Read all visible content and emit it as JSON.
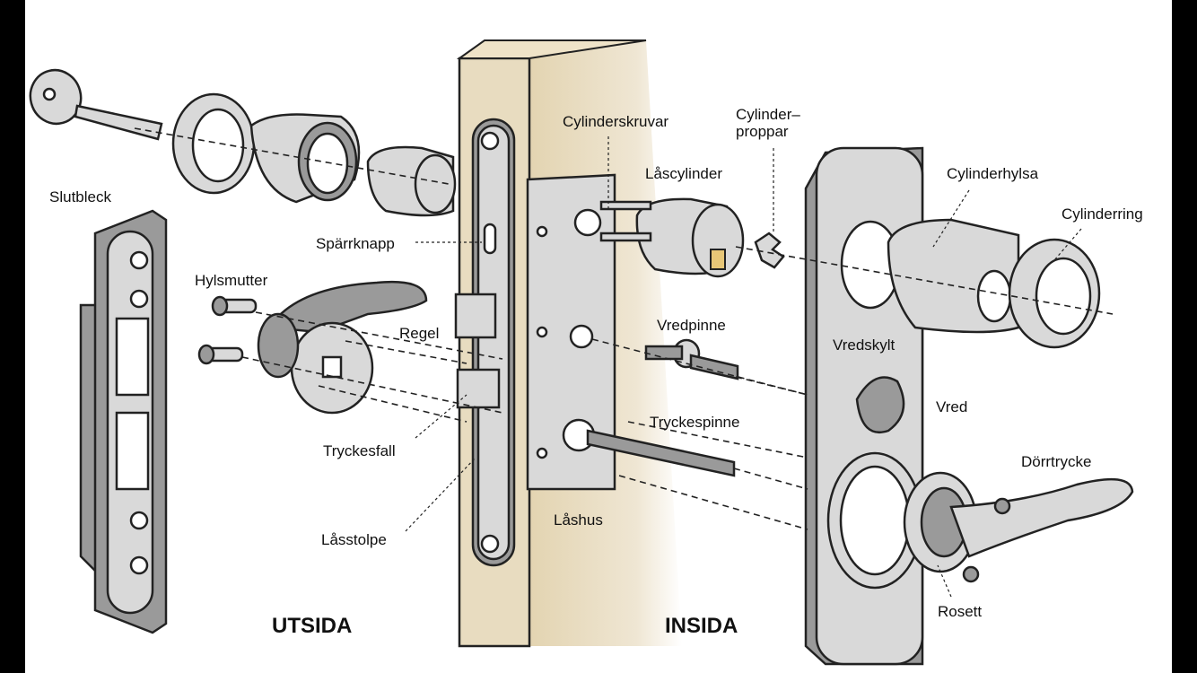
{
  "labels": {
    "slutbleck": "Slutbleck",
    "hylsmutter": "Hylsmutter",
    "regel": "Regel",
    "tryckesfall": "Tryckesfall",
    "lasstolpe": "Låsstolpe",
    "sparrknapp": "Spärrknapp",
    "cylinderskruvar": "Cylinderskruvar",
    "cylinderproppar_1": "Cylinder–",
    "cylinderproppar_2": "proppar",
    "lascylinder": "Låscylinder",
    "cylinderhylsa": "Cylinderhylsa",
    "cylinderring": "Cylinderring",
    "vredpinne": "Vredpinne",
    "vredskylt": "Vredskylt",
    "vred": "Vred",
    "tryckespinne": "Tryckespinne",
    "dorrtrycke": "Dörrtrycke",
    "lashus": "Låshus",
    "rosett": "Rosett"
  },
  "sides": {
    "outside": "UTSIDA",
    "inside": "INSIDA"
  },
  "colors": {
    "door": "#e8dcc0",
    "metal": "#d9d9d9",
    "outline": "#222222"
  }
}
